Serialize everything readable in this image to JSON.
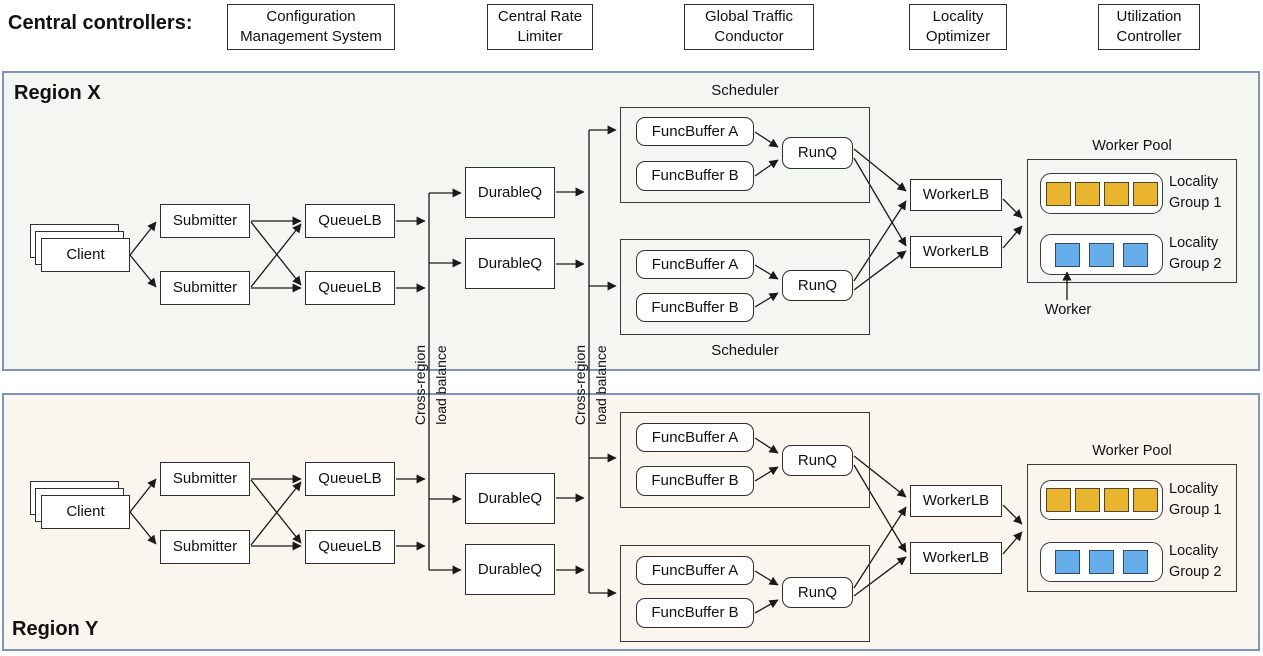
{
  "header": {
    "title": "Central controllers:",
    "controllers": [
      "Configuration Management System",
      "Central Rate Limiter",
      "Global Traffic Conductor",
      "Locality Optimizer",
      "Utilization Controller"
    ]
  },
  "cross_region_labels": {
    "line1": "Cross-region",
    "line2": "load balance"
  },
  "regions": [
    {
      "name": "Region X",
      "client": "Client",
      "submitter": "Submitter",
      "queue_lb": "QueueLB",
      "durable_q": "DurableQ",
      "scheduler": "Scheduler",
      "func_buffer_a": "FuncBuffer A",
      "func_buffer_b": "FuncBuffer B",
      "run_q": "RunQ",
      "worker_lb": "WorkerLB",
      "worker_pool": "Worker Pool",
      "locality_group_1": "Locality Group 1",
      "locality_group_2": "Locality Group 2",
      "worker_callout": "Worker",
      "worker_counts": {
        "locality_group_1": 4,
        "locality_group_2": 3
      }
    },
    {
      "name": "Region Y",
      "client": "Client",
      "submitter": "Submitter",
      "queue_lb": "QueueLB",
      "durable_q": "DurableQ",
      "func_buffer_a": "FuncBuffer A",
      "func_buffer_b": "FuncBuffer B",
      "run_q": "RunQ",
      "worker_lb": "WorkerLB",
      "worker_pool": "Worker Pool",
      "locality_group_1": "Locality Group 1",
      "locality_group_2": "Locality Group 2",
      "worker_counts": {
        "locality_group_1": 4,
        "locality_group_2": 3
      }
    }
  ],
  "colors": {
    "worker_group_1": "#E9B42E",
    "worker_group_2": "#66AEE9",
    "region_x_bg": "#F4F7F1",
    "region_y_bg": "#FAF5EF",
    "region_border": "#8092BE",
    "wire": "#1A1A1A"
  }
}
